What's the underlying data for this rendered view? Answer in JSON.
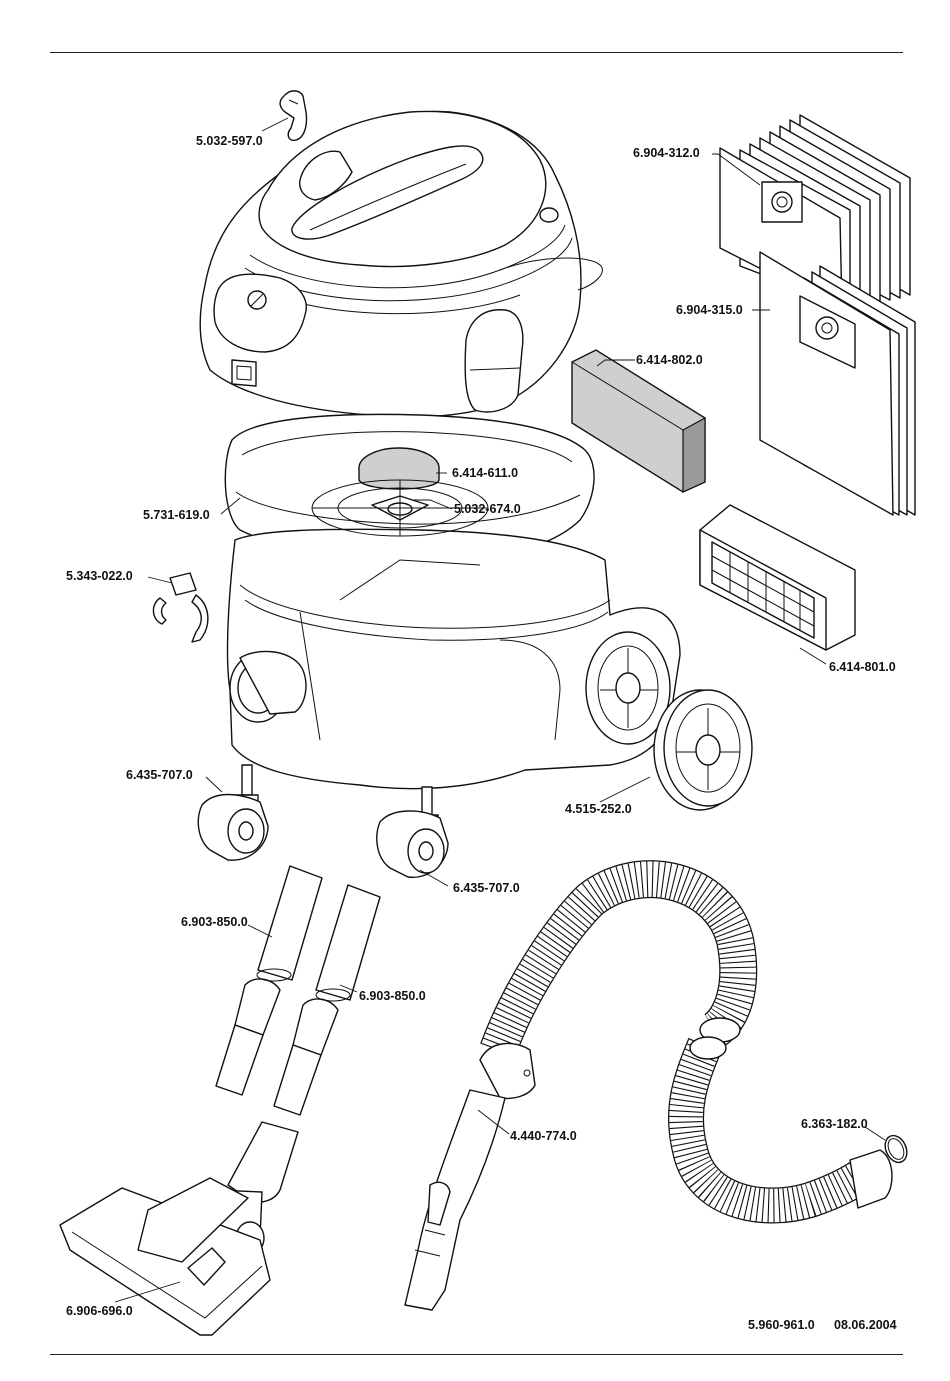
{
  "parts": [
    {
      "id": "p1",
      "number": "5.032-597.0"
    },
    {
      "id": "p2",
      "number": "6.904-312.0"
    },
    {
      "id": "p3",
      "number": "6.904-315.0"
    },
    {
      "id": "p4",
      "number": "6.414-802.0"
    },
    {
      "id": "p5",
      "number": "6.414-611.0"
    },
    {
      "id": "p6",
      "number": "5.032-674.0"
    },
    {
      "id": "p7",
      "number": "5.731-619.0"
    },
    {
      "id": "p8",
      "number": "5.343-022.0"
    },
    {
      "id": "p9",
      "number": "6.414-801.0"
    },
    {
      "id": "p10",
      "number": "6.435-707.0"
    },
    {
      "id": "p11",
      "number": "4.515-252.0"
    },
    {
      "id": "p12",
      "number": "6.435-707.0"
    },
    {
      "id": "p13",
      "number": "6.903-850.0"
    },
    {
      "id": "p14",
      "number": "6.903-850.0"
    },
    {
      "id": "p15",
      "number": "4.440-774.0"
    },
    {
      "id": "p16",
      "number": "6.363-182.0"
    },
    {
      "id": "p17",
      "number": "6.906-696.0"
    }
  ],
  "footer": {
    "document_number": "5.960-961.0",
    "date": "08.06.2004"
  }
}
